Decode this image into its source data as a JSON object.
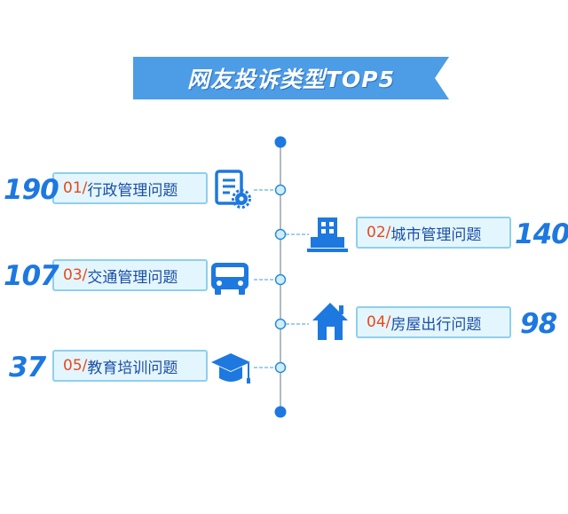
{
  "banner": {
    "title": "网友投诉类型TOP5"
  },
  "colors": {
    "accent": "#1d78e0",
    "banner": "#4d9ce6",
    "rank": "#e8481b",
    "name": "#1a4fa8",
    "box_bg": "#e4f6fd",
    "box_border": "#8fcfee"
  },
  "chart_data": {
    "type": "table",
    "title": "网友投诉类型TOP5",
    "categories": [
      "行政管理问题",
      "城市管理问题",
      "交通管理问题",
      "房屋出行问题",
      "教育培训问题"
    ],
    "values": [
      190,
      140,
      107,
      98,
      37
    ],
    "items": [
      {
        "rank": "01/",
        "name": "行政管理问题",
        "value": "190",
        "icon": "document-gear-icon",
        "side": "left"
      },
      {
        "rank": "02/",
        "name": "城市管理问题",
        "value": "140",
        "icon": "building-icon",
        "side": "right"
      },
      {
        "rank": "03/",
        "name": "交通管理问题",
        "value": "107",
        "icon": "bus-icon",
        "side": "left"
      },
      {
        "rank": "04/",
        "name": "房屋出行问题",
        "value": "98",
        "icon": "house-icon",
        "side": "right"
      },
      {
        "rank": "05/",
        "name": "教育培训问题",
        "value": "37",
        "icon": "graduation-cap-icon",
        "side": "left"
      }
    ]
  }
}
